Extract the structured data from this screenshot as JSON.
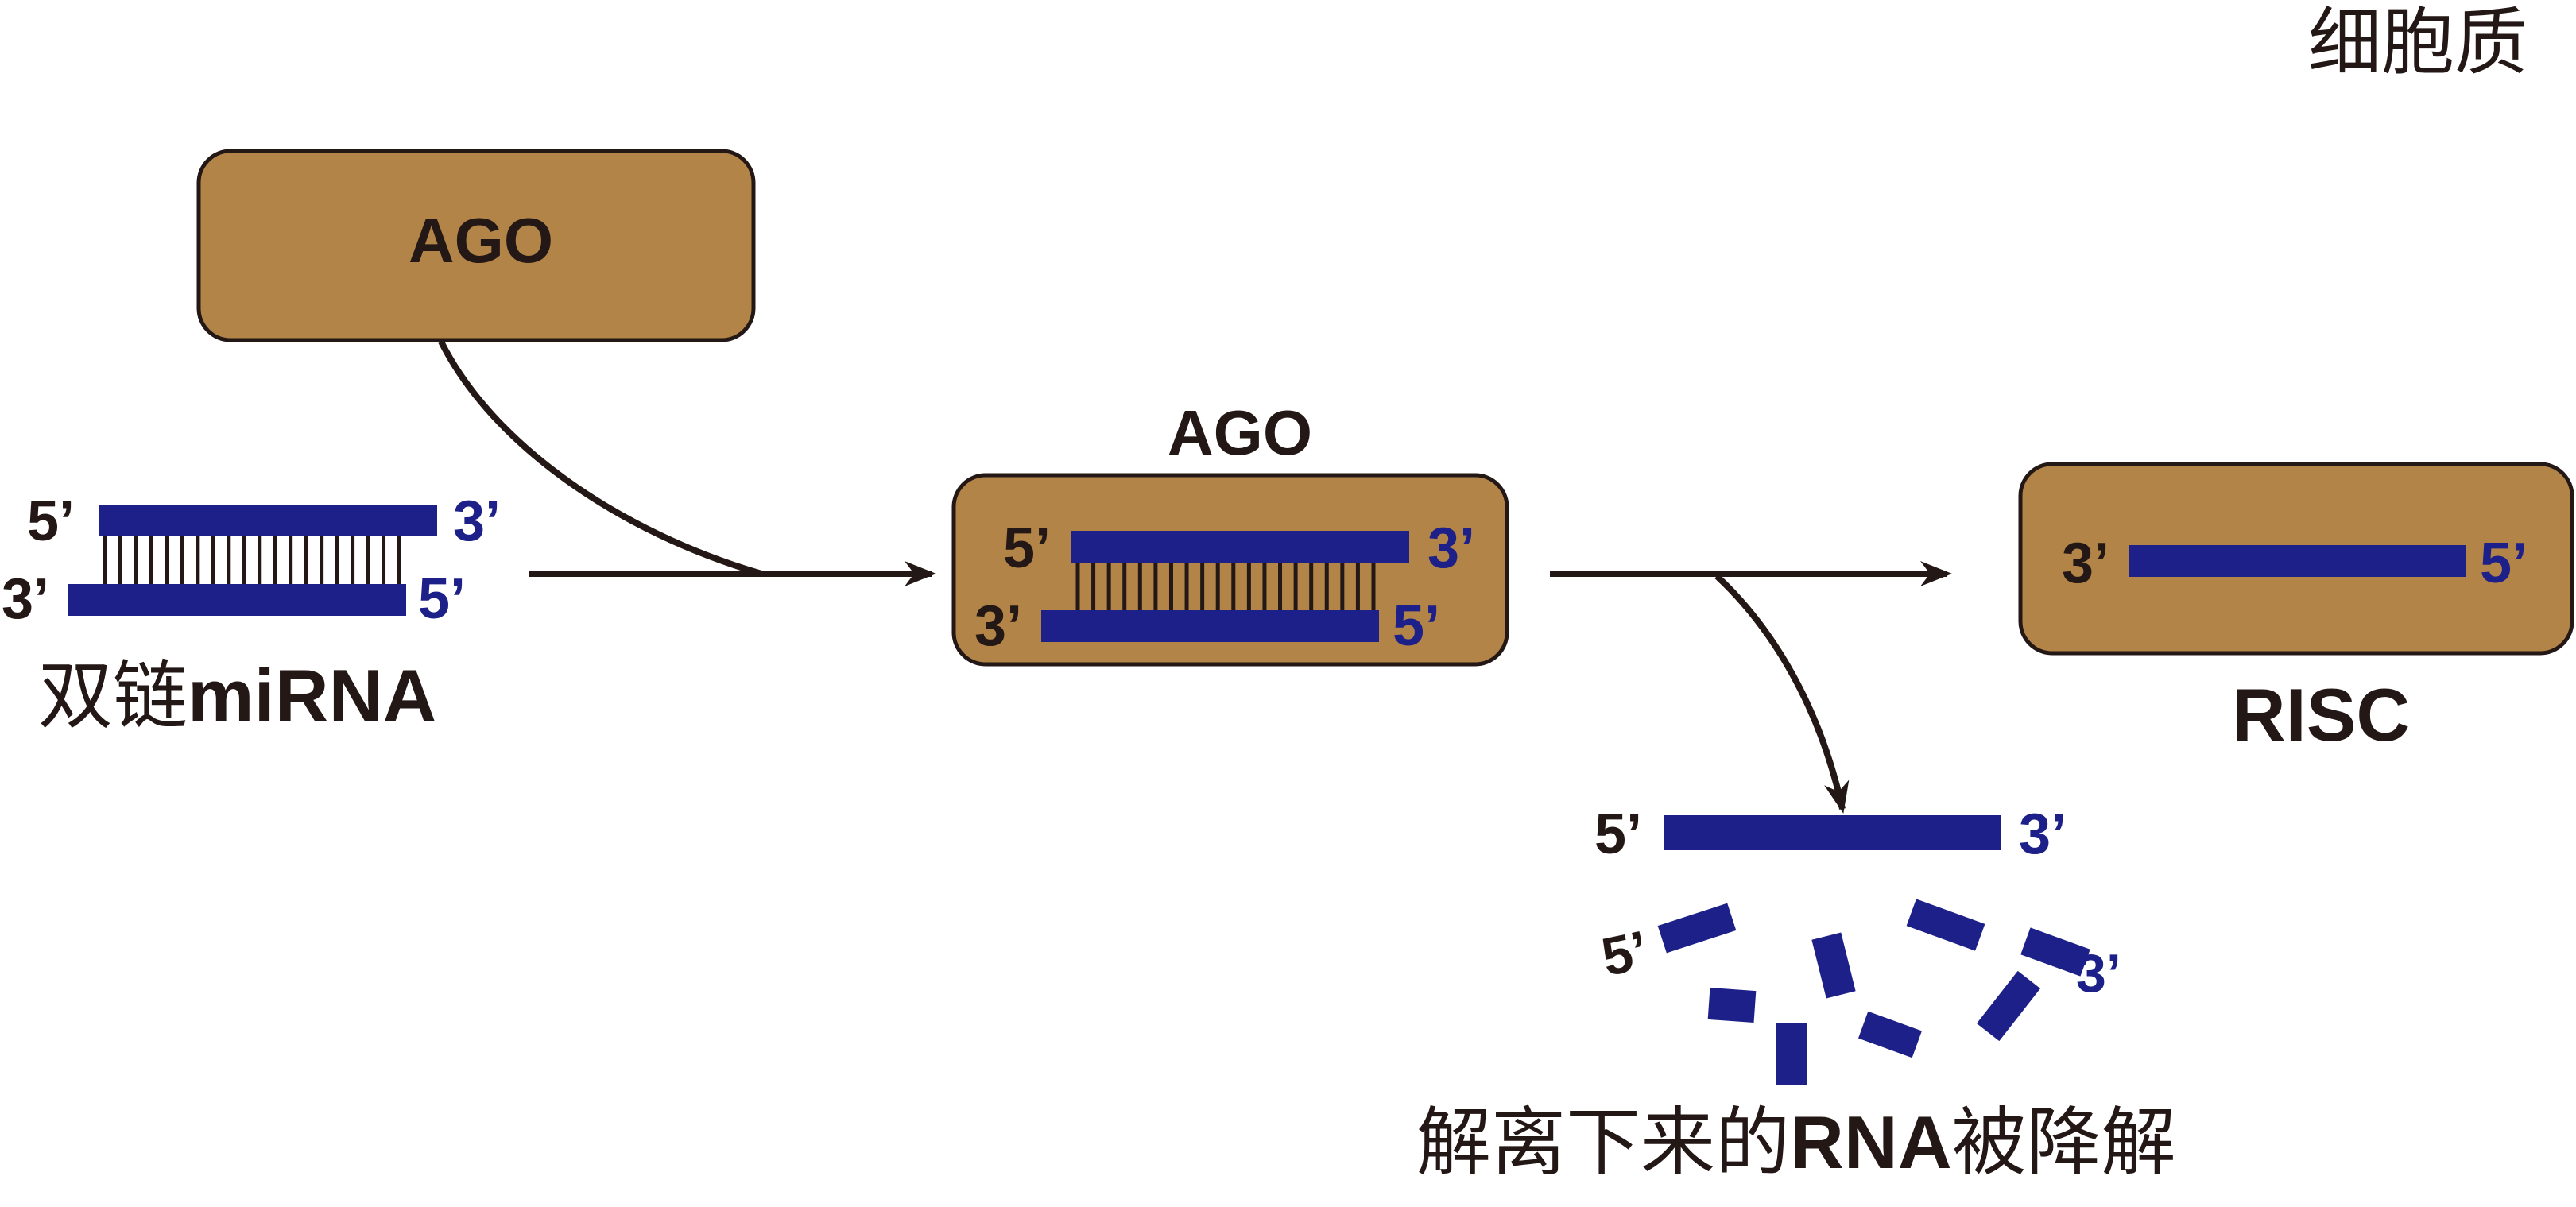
{
  "colors": {
    "ago_fill": "#b38448",
    "ago_stroke": "#231815",
    "strand": "#1d2088",
    "text_dark": "#231815",
    "arrow": "#231815"
  },
  "region_label": "细胞质",
  "ago_free": {
    "label": "AGO"
  },
  "duplex": {
    "top_5prime": "5’",
    "top_3prime": "3’",
    "bottom_3prime": "3’",
    "bottom_5prime": "5’",
    "caption_cn": "双链",
    "caption_latin": "miRNA"
  },
  "ago_loaded": {
    "label": "AGO",
    "top_5prime": "5’",
    "top_3prime": "3’",
    "bottom_3prime": "3’",
    "bottom_5prime": "5’"
  },
  "risc": {
    "label": "RISC",
    "left_3prime": "3’",
    "right_5prime": "5’"
  },
  "passenger": {
    "left_5prime": "5’",
    "right_3prime": "3’",
    "fragments_5prime": "5’",
    "fragments_3prime": "3’",
    "caption_cn_a": "解离下来的",
    "caption_latin": "RNA",
    "caption_cn_b": "被降解"
  }
}
